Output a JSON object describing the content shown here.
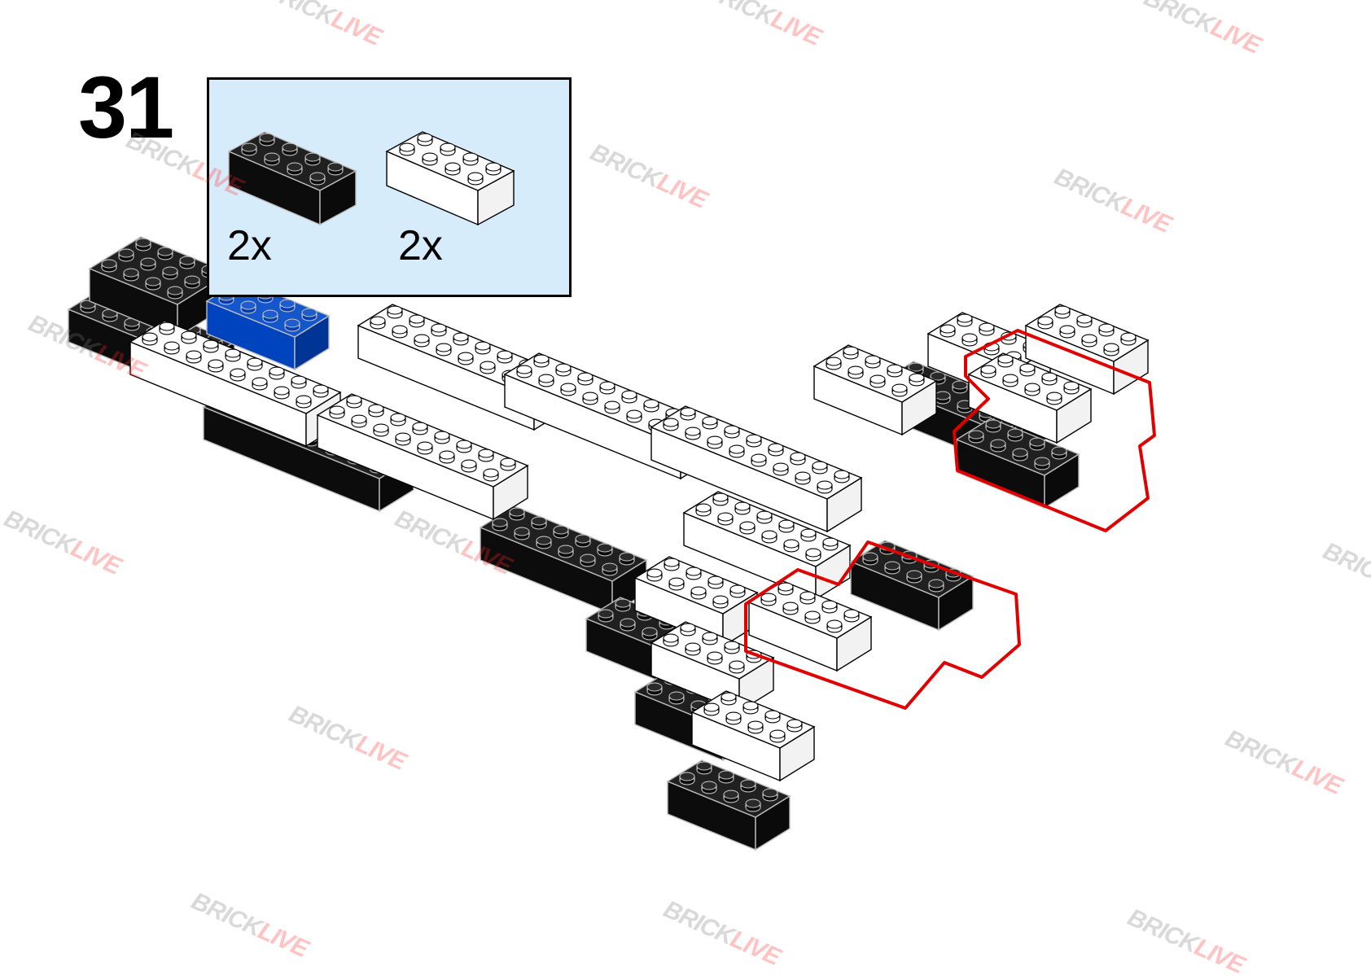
{
  "step": {
    "number": "31"
  },
  "parts": [
    {
      "name": "brick-2x4",
      "color": "#0d0d0d",
      "quantity": "2x"
    },
    {
      "name": "brick-2x4",
      "color": "#ffffff",
      "quantity": "2x"
    }
  ],
  "watermark": {
    "part_a": "BRICK",
    "part_b": "LIVE"
  },
  "colors": {
    "brick_black": "#0d0d0d",
    "brick_white": "#ffffff",
    "brick_blue": "#0047c8",
    "highlight": "#e00000",
    "parts_background": "#d7ecfb"
  }
}
